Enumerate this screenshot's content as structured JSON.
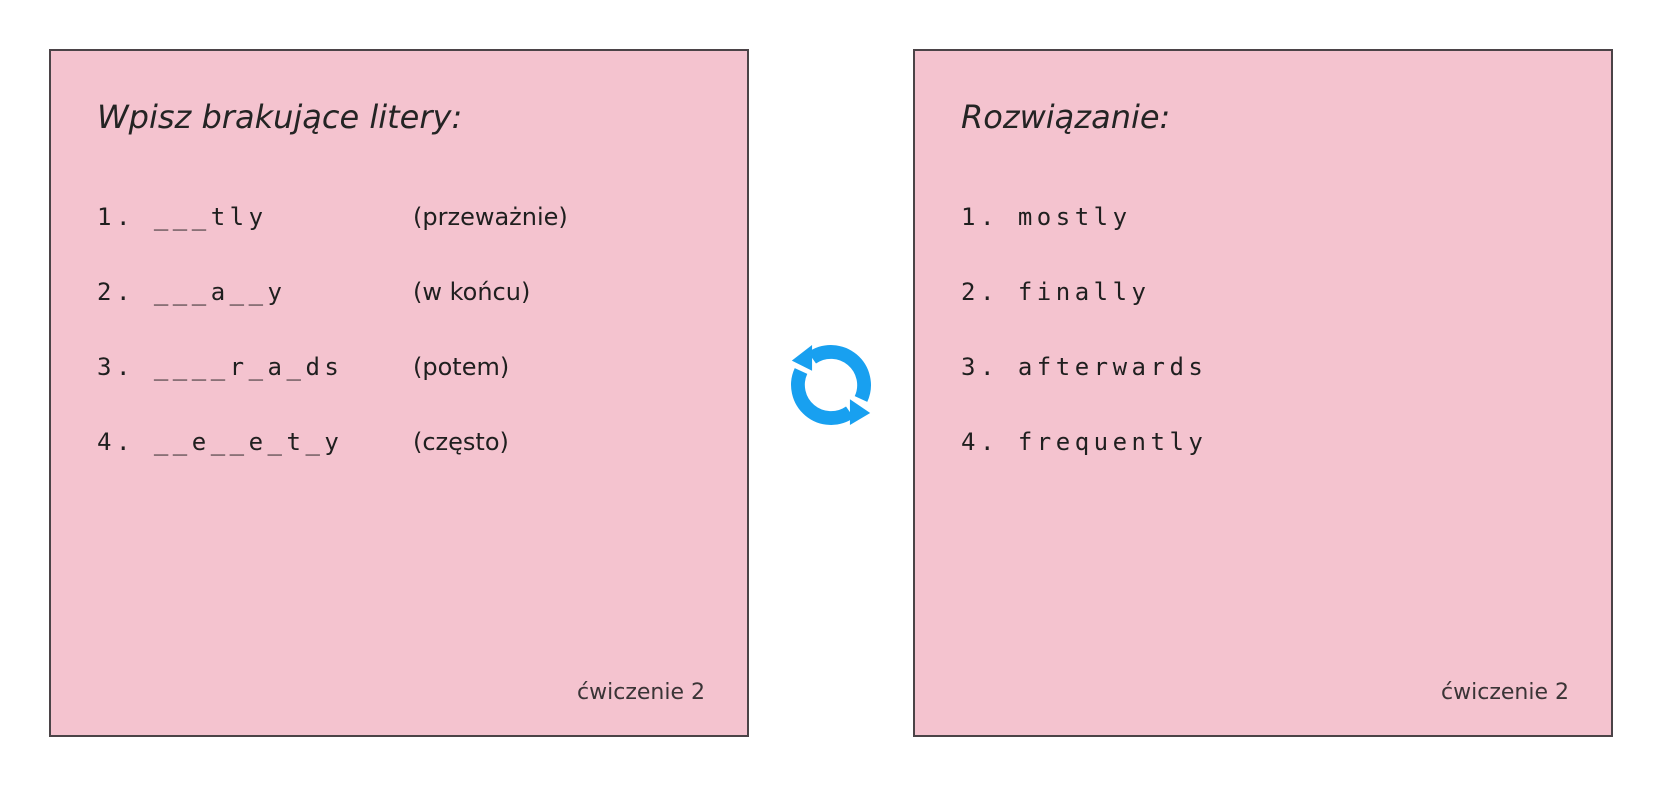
{
  "left_card": {
    "title": "Wpisz brakujące litery:",
    "items": [
      {
        "label": "1. ___tly",
        "hint": "(przeważnie)"
      },
      {
        "label": "2. ___a__y",
        "hint": "(w końcu)"
      },
      {
        "label": "3. ____r_a_ds",
        "hint": "(potem)"
      },
      {
        "label": "4. __e__e_t_y",
        "hint": "(często)"
      }
    ],
    "footer": "ćwiczenie 2"
  },
  "right_card": {
    "title": "Rozwiązanie:",
    "items": [
      {
        "label": "1. mostly"
      },
      {
        "label": "2. finally"
      },
      {
        "label": "3. afterwards"
      },
      {
        "label": "4. frequently"
      }
    ],
    "footer": "ćwiczenie 2"
  },
  "sync_icon": {
    "name": "sync-refresh-arrows",
    "color": "#18a0f0"
  },
  "colors": {
    "card_background": "#f4c3cf",
    "card_border": "#4b4347",
    "text": "#1f1f1f",
    "icon_blue": "#18a0f0",
    "page_background": "#ffffff"
  }
}
